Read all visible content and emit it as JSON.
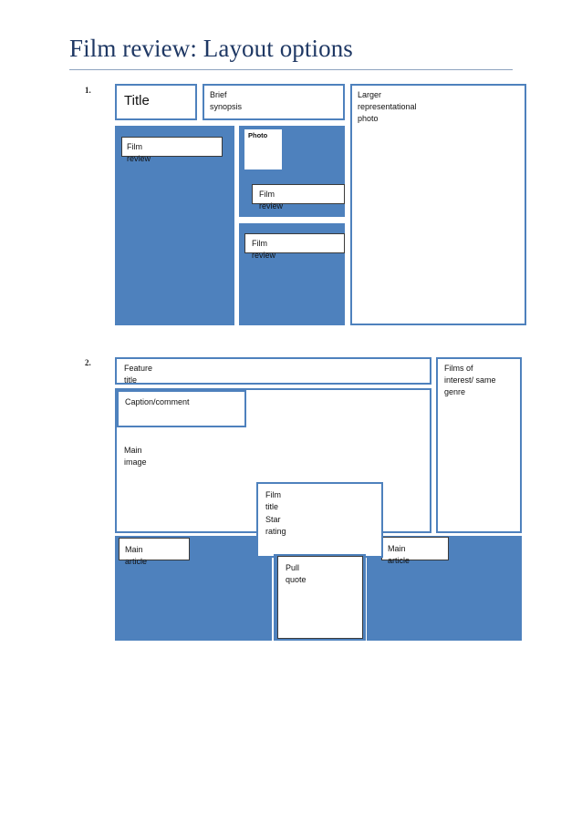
{
  "page": {
    "title": "Film review: Layout options"
  },
  "colors": {
    "accent_blue": "#4E81BD",
    "title_navy": "#1F3864",
    "rule": "#8DA3BF",
    "label_border": "#3A3A3A",
    "white": "#FFFFFF"
  },
  "layouts": [
    {
      "marker": "1.",
      "name": "layout-option-1",
      "elements": [
        {
          "key": "title",
          "label": "Title"
        },
        {
          "key": "brief_synopsis",
          "label": "Brief synopsis"
        },
        {
          "key": "larger_photo",
          "label": "Larger representational photo"
        },
        {
          "key": "film_review_left",
          "label": "Film review"
        },
        {
          "key": "photo",
          "label": "Photo"
        },
        {
          "key": "film_review_mid",
          "label": "Film review"
        },
        {
          "key": "film_review_low",
          "label": "Film review"
        }
      ]
    },
    {
      "marker": "2.",
      "name": "layout-option-2",
      "elements": [
        {
          "key": "feature_title",
          "label": "Feature title"
        },
        {
          "key": "caption_comment",
          "label": "Caption/comment"
        },
        {
          "key": "main_image",
          "label": "Main image"
        },
        {
          "key": "films_of_interest",
          "label": "Films of\ninterest/ same\ngenre"
        },
        {
          "key": "film_title",
          "label": "Film title"
        },
        {
          "key": "star_rating",
          "label": "Star rating"
        },
        {
          "key": "main_article_left",
          "label": "Main article"
        },
        {
          "key": "main_article_right",
          "label": "Main article"
        },
        {
          "key": "pull_quote",
          "label": "Pull quote"
        }
      ]
    }
  ]
}
